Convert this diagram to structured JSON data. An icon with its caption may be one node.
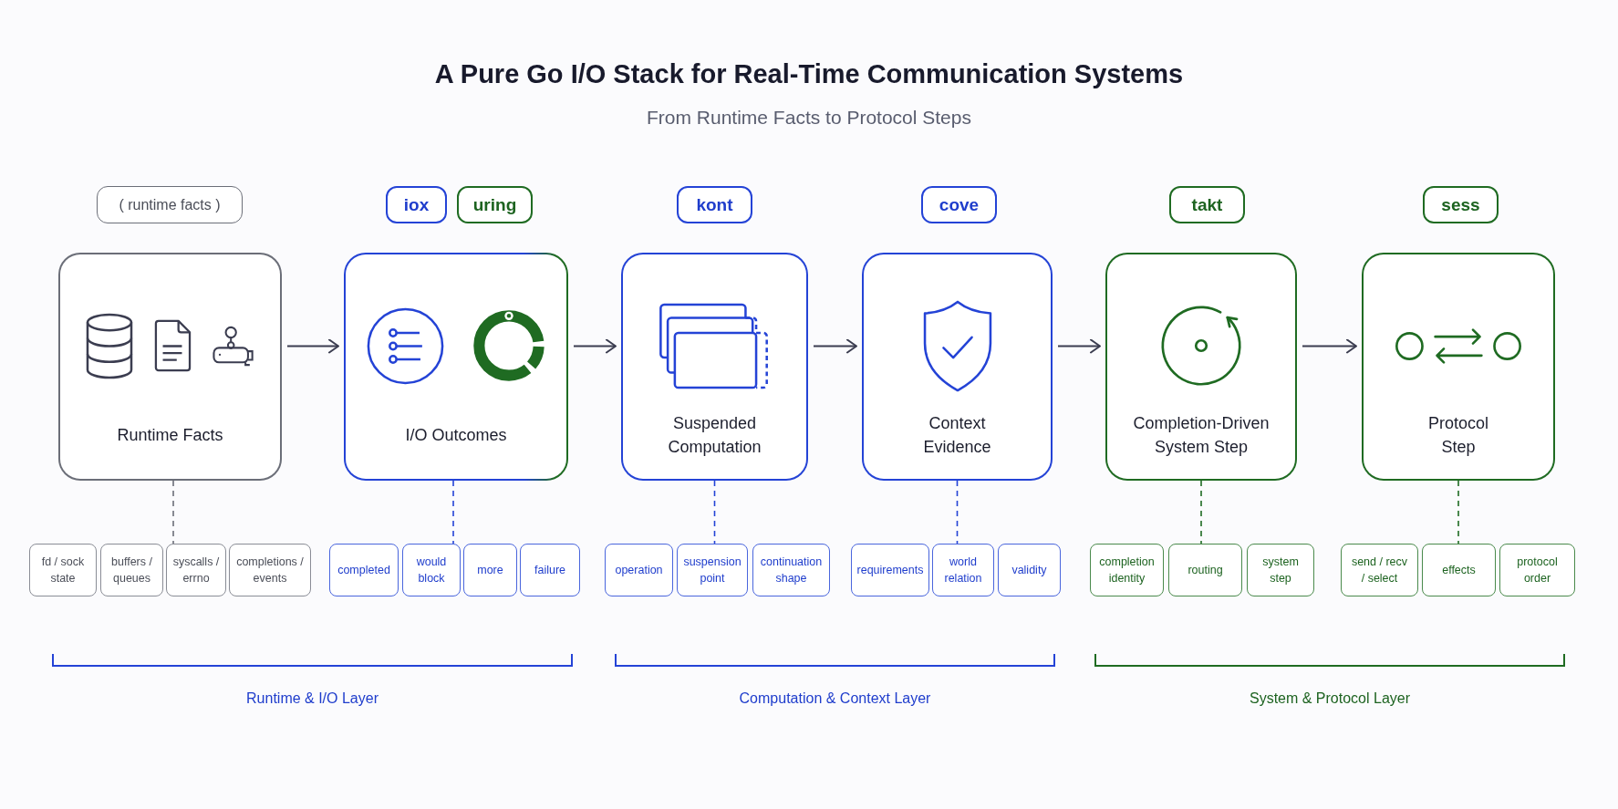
{
  "diagram": {
    "title": "A Pure Go I/O Stack for Real-Time Communication Systems",
    "nodes": [
      {
        "text": [
          "( runtime facts )"
        ]
      },
      {
        "text": [
          "iox"
        ]
      },
      {
        "text": [
          "uring"
        ]
      },
      {
        "text": [
          "kont"
        ]
      },
      {
        "text": [
          "cove"
        ]
      },
      {
        "text": [
          "takt"
        ]
      },
      {
        "text": [
          "sess"
        ]
      },
      {
        "text": [
          "Runtime Facts"
        ]
      },
      {
        "text": [
          "I/O Outcomes"
        ]
      },
      {
        "text": [
          "Suspended Computation"
        ]
      },
      {
        "text": [
          "Context Evidence"
        ]
      },
      {
        "text": [
          "Completion-Driven System Step"
        ]
      },
      {
        "text": [
          "Protocol Step"
        ]
      },
      {
        "text": [
          "fd / sock state"
        ]
      },
      {
        "text": [
          "buffers / queues"
        ]
      },
      {
        "text": [
          "syscalls / errno"
        ]
      },
      {
        "text": [
          "completions / events"
        ]
      },
      {
        "text": [
          "completed"
        ]
      },
      {
        "text": [
          "would block"
        ]
      },
      {
        "text": [
          "more"
        ]
      },
      {
        "text": [
          "failure"
        ]
      },
      {
        "text": [
          "operation"
        ]
      },
      {
        "text": [
          "suspension point"
        ]
      },
      {
        "text": [
          "continuation shape"
        ]
      },
      {
        "text": [
          "requirements"
        ]
      },
      {
        "text": [
          "world relation"
        ]
      },
      {
        "text": [
          "validity"
        ]
      },
      {
        "text": [
          "completion identity"
        ]
      },
      {
        "text": [
          "routing"
        ]
      },
      {
        "text": [
          "system step"
        ]
      },
      {
        "text": [
          "send / recv / select"
        ]
      },
      {
        "text": [
          "effects"
        ]
      },
      {
        "text": [
          "protocol order"
        ]
      }
    ],
    "edges": [
      {
        "from": 7,
        "to": 8,
        "arrow": "to"
      },
      {
        "from": 8,
        "to": 9,
        "arrow": "to"
      },
      {
        "from": 9,
        "to": 10,
        "arrow": "to"
      },
      {
        "from": 10,
        "to": 11,
        "arrow": "to"
      },
      {
        "from": 11,
        "to": 12,
        "arrow": "to"
      },
      {
        "from": 7,
        "to": 15,
        "arrow": "none",
        "style": "dashed",
        "color": "#6b6e78"
      },
      {
        "from": 8,
        "to": 18,
        "arrow": "none",
        "style": "dashed",
        "color": "#2443d6"
      },
      {
        "from": 9,
        "to": 22,
        "arrow": "none",
        "style": "dashed",
        "color": "#2443d6"
      },
      {
        "from": 10,
        "to": 25,
        "arrow": "none",
        "style": "dashed",
        "color": "#2443d6"
      },
      {
        "from": 11,
        "to": 28,
        "arrow": "none",
        "style": "dashed",
        "color": "#1f6b22"
      },
      {
        "from": 12,
        "to": 31,
        "arrow": "none",
        "style": "dashed",
        "color": "#1f6b22"
      }
    ],
    "labels": [
      "From Runtime Facts to Protocol Steps",
      "Runtime & I/O Layer",
      "Computation & Context Layer",
      "System & Protocol Layer"
    ]
  }
}
